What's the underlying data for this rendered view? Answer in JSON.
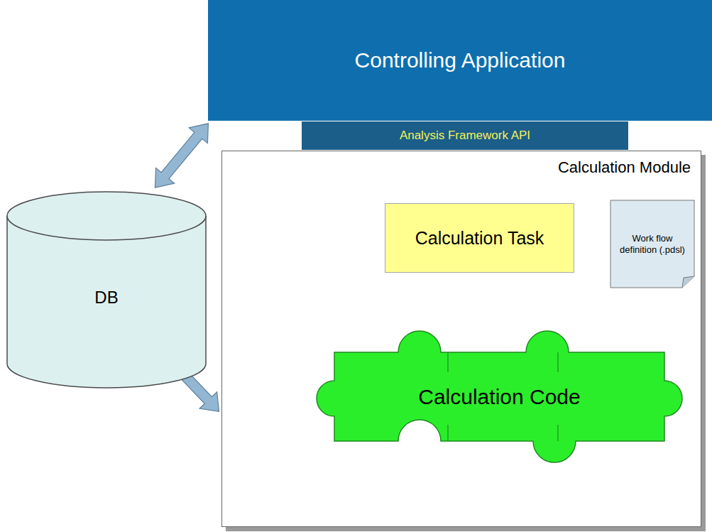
{
  "diagram": {
    "nodes": [
      {
        "text": [
          "Controlling Application"
        ]
      },
      {
        "text": [
          "Analysis Framework API"
        ]
      },
      {
        "text": [
          "DB"
        ]
      },
      {
        "text": [
          "Calculation Module"
        ]
      },
      {
        "text": [
          "Calculation Task"
        ],
        "in": 3
      },
      {
        "text": [
          "Work flow definition (.pdsl)"
        ],
        "in": 3
      },
      {
        "text": [
          "Calculation Code"
        ],
        "in": 3
      }
    ],
    "edges": [
      {
        "from": 2,
        "to": 0,
        "arrow": "both"
      },
      {
        "from": 2,
        "to": 3,
        "arrow": "both"
      },
      {
        "from": 4,
        "to": 6,
        "arrow": "both"
      }
    ]
  }
}
